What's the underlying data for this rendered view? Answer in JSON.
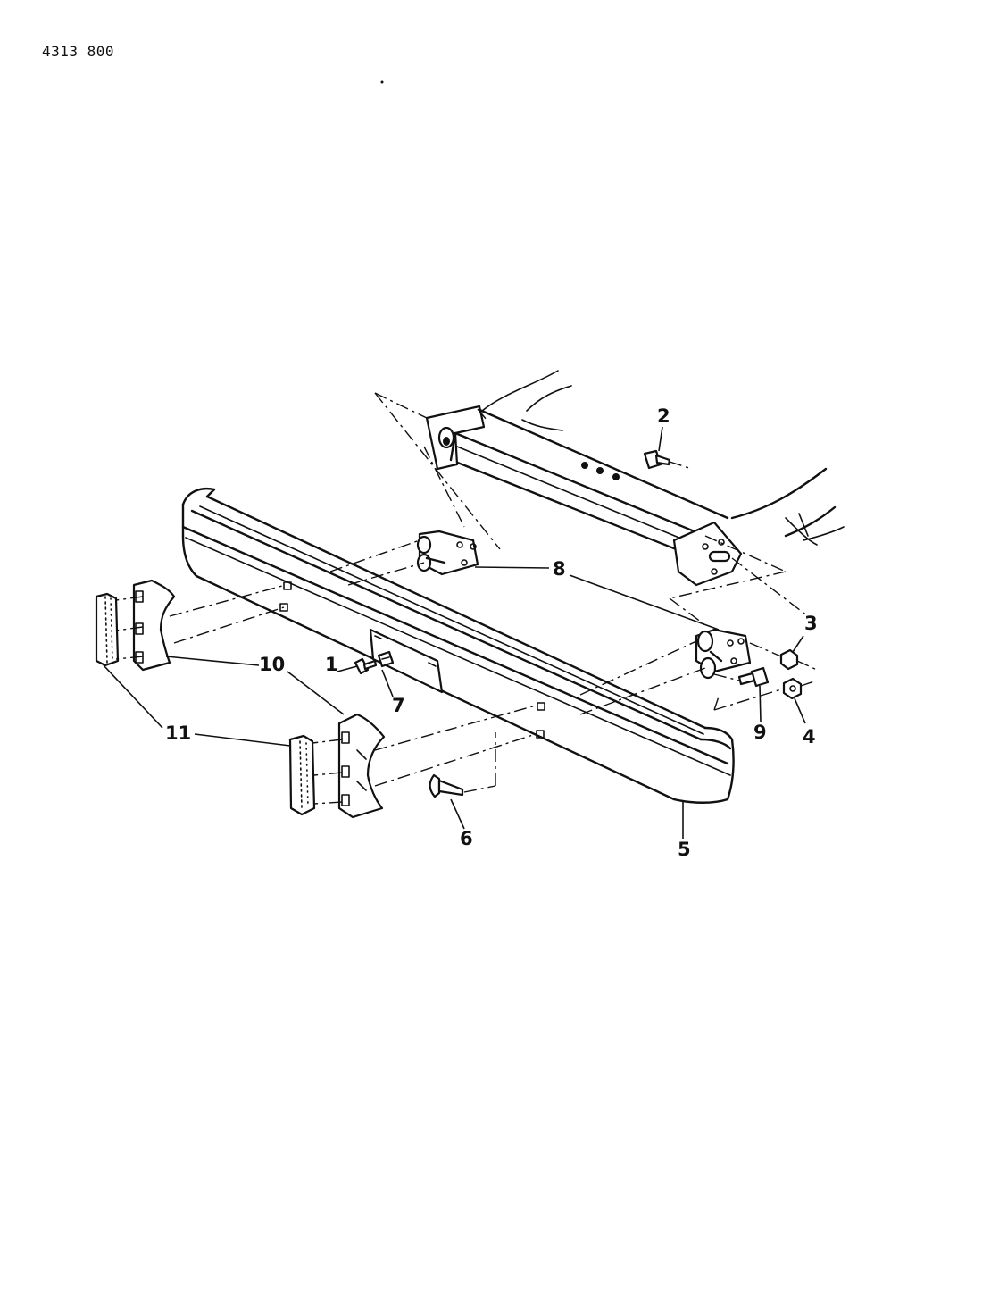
{
  "header": {
    "doc_id": "4313 800"
  },
  "callouts": {
    "c1": "1",
    "c2": "2",
    "c3": "3",
    "c4": "4",
    "c5": "5",
    "c6": "6",
    "c7": "7",
    "c8": "8",
    "c9": "9",
    "c10": "10",
    "c11": "11"
  }
}
